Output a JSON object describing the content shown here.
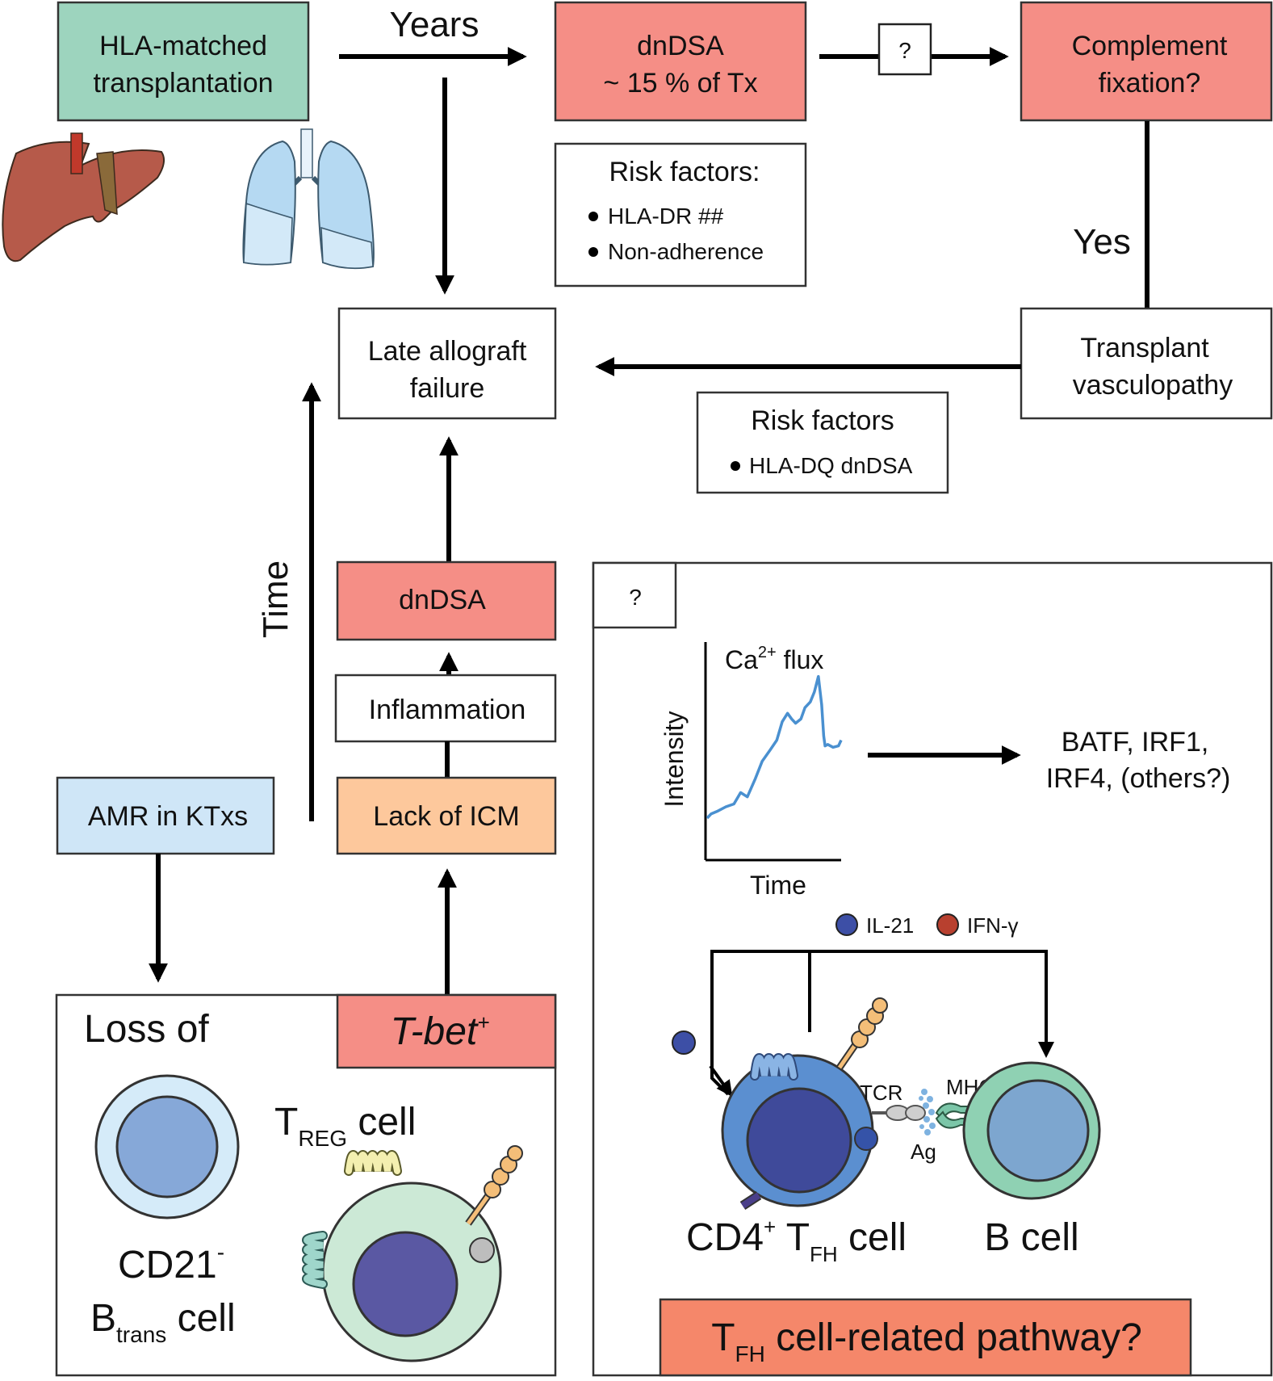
{
  "colors": {
    "green": "#9dd4be",
    "salmon": "#f58e86",
    "orange": "#fdc89c",
    "light_blue": "#cfe6f7",
    "tfh_orange": "#f5876a",
    "line": "#4a90d0",
    "il21": "#3d4fa6",
    "ifng": "#b8402f"
  },
  "hla_box": {
    "line1": "HLA-matched",
    "line2": "transplantation"
  },
  "years_label": "Years",
  "dndsa_top": {
    "line1": "dnDSA",
    "line2": "~ 15 % of Tx"
  },
  "question_small": "?",
  "complement": {
    "line1": "Complement",
    "line2": "fixation?"
  },
  "risk1": {
    "title": "Risk factors:",
    "items": [
      "HLA-DR ##",
      "Non-adherence"
    ]
  },
  "yes_label": "Yes",
  "late_failure": {
    "line1": "Late allograft",
    "line2": "failure"
  },
  "vasculopathy": {
    "line1": "Transplant",
    "line2": "vasculopathy"
  },
  "risk2": {
    "title": "Risk factors",
    "items": [
      "HLA-DQ dnDSA"
    ]
  },
  "time_vertical": "Time",
  "dndsa_mid": "dnDSA",
  "inflammation": "Inflammation",
  "lack_icm": "Lack of ICM",
  "amr": "AMR in KTxs",
  "loss_panel": {
    "loss_of": "Loss of",
    "tbet": "T-bet",
    "tbet_sup": "+",
    "treg_main": "T",
    "treg_sub": "REG",
    "treg_rest": " cell",
    "cd21_main": "CD21",
    "cd21_sup": "-",
    "btrans_main": "B",
    "btrans_sub": "trans",
    "btrans_rest": " cell"
  },
  "right_panel": {
    "question": "?",
    "ca_main": "Ca",
    "ca_sup": "2+",
    "ca_rest": " flux",
    "y_axis": "Intensity",
    "x_axis": "Time",
    "tf_line1": "BATF, IRF1,",
    "tf_line2": "IRF4, (others?)",
    "il21": "IL-21",
    "ifng": "IFN-γ",
    "tcr": "TCR",
    "mhcii": "MHCII",
    "ag": "Ag",
    "cd4_main": "CD4",
    "cd4_sup": "+",
    "tfh_main": " T",
    "tfh_sub": "FH",
    "tfh_rest": " cell",
    "bcell": "B cell",
    "pathway_main": "T",
    "pathway_sub": "FH",
    "pathway_rest": " cell-related pathway?"
  },
  "chart_data": {
    "type": "line",
    "title": "",
    "xlabel": "Time",
    "ylabel": "Intensity",
    "x": [
      0,
      0.03,
      0.08,
      0.14,
      0.2,
      0.25,
      0.3,
      0.36,
      0.41,
      0.47,
      0.52,
      0.56,
      0.6,
      0.63,
      0.66,
      0.7,
      0.73,
      0.77,
      0.8,
      0.83,
      0.855,
      0.87,
      0.88,
      0.9,
      0.94,
      0.98,
      1.0
    ],
    "y": [
      0.0,
      0.03,
      0.05,
      0.08,
      0.1,
      0.18,
      0.15,
      0.28,
      0.4,
      0.48,
      0.55,
      0.68,
      0.74,
      0.7,
      0.67,
      0.7,
      0.78,
      0.82,
      0.89,
      1.0,
      0.8,
      0.58,
      0.51,
      0.52,
      0.5,
      0.51,
      0.55
    ],
    "ylim": [
      0,
      1.3
    ],
    "xlim": [
      0,
      1
    ],
    "series": [
      {
        "values": []
      }
    ]
  }
}
